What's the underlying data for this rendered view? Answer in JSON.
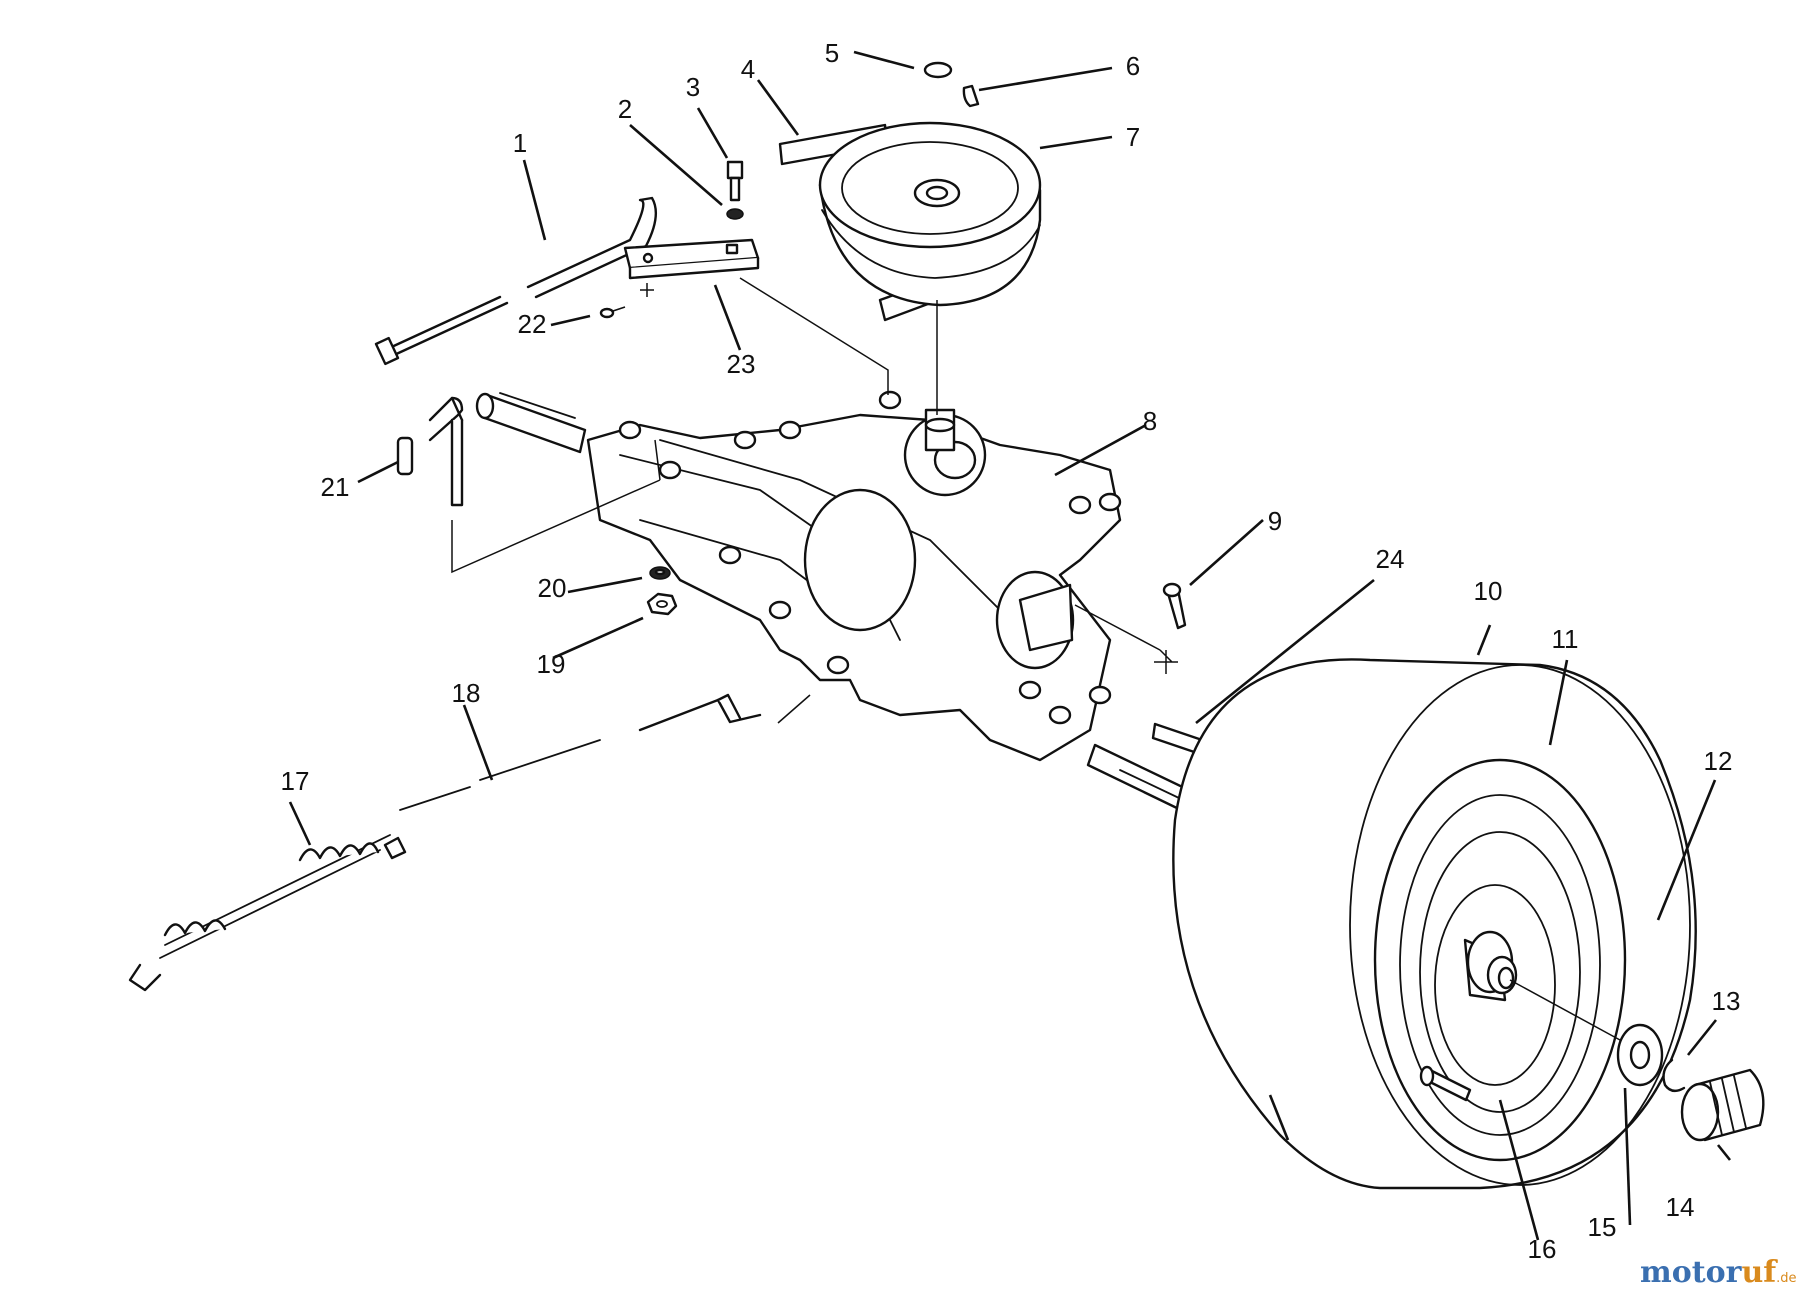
{
  "callouts": [
    {
      "label": "1"
    },
    {
      "label": "2"
    },
    {
      "label": "3"
    },
    {
      "label": "4"
    },
    {
      "label": "5"
    },
    {
      "label": "6"
    },
    {
      "label": "7"
    },
    {
      "label": "8"
    },
    {
      "label": "9"
    },
    {
      "label": "10"
    },
    {
      "label": "11"
    },
    {
      "label": "12"
    },
    {
      "label": "13"
    },
    {
      "label": "14"
    },
    {
      "label": "15"
    },
    {
      "label": "16"
    },
    {
      "label": "17"
    },
    {
      "label": "18"
    },
    {
      "label": "19"
    },
    {
      "label": "20"
    },
    {
      "label": "21"
    },
    {
      "label": "22"
    },
    {
      "label": "23"
    },
    {
      "label": "24"
    }
  ],
  "watermark": {
    "part1": "motor",
    "part2": "uf",
    "suffix": ".de"
  }
}
